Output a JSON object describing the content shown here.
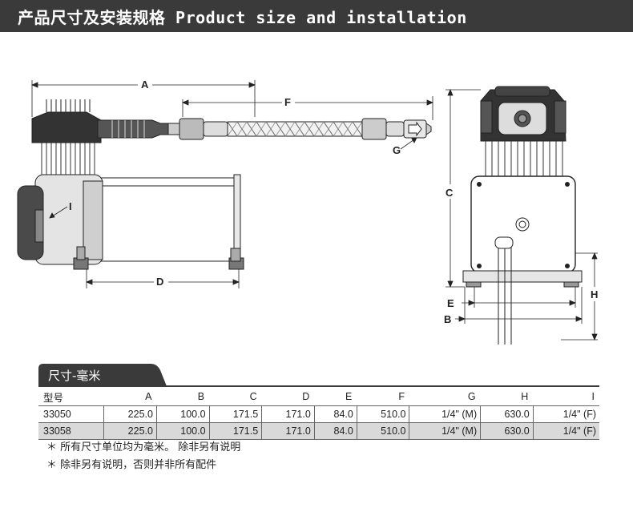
{
  "header": {
    "title": "产品尺寸及安装规格 Product size and installation"
  },
  "dimension_labels": {
    "a": "A",
    "b": "B",
    "c": "C",
    "d": "D",
    "e": "E",
    "f": "F",
    "g": "G",
    "h": "H",
    "i": "I"
  },
  "colors": {
    "header_bg": "#3a3a3a",
    "header_text": "#ffffff",
    "row_alt": "#d9d9d9"
  },
  "table": {
    "tab_title": "尺寸-毫米",
    "headers": [
      "型号",
      "A",
      "B",
      "C",
      "D",
      "E",
      "F",
      "G",
      "H",
      "I"
    ],
    "rows": [
      [
        "33050",
        "225.0",
        "100.0",
        "171.5",
        "171.0",
        "84.0",
        "510.0",
        "1/4\" (M)",
        "630.0",
        "1/4\" (F)"
      ],
      [
        "33058",
        "225.0",
        "100.0",
        "171.5",
        "171.0",
        "84.0",
        "510.0",
        "1/4\" (M)",
        "630.0",
        "1/4\" (F)"
      ]
    ]
  },
  "notes": [
    "＊ 所有尺寸单位均为毫米。 除非另有说明",
    "＊ 除非另有说明，否则并非所有配件"
  ]
}
